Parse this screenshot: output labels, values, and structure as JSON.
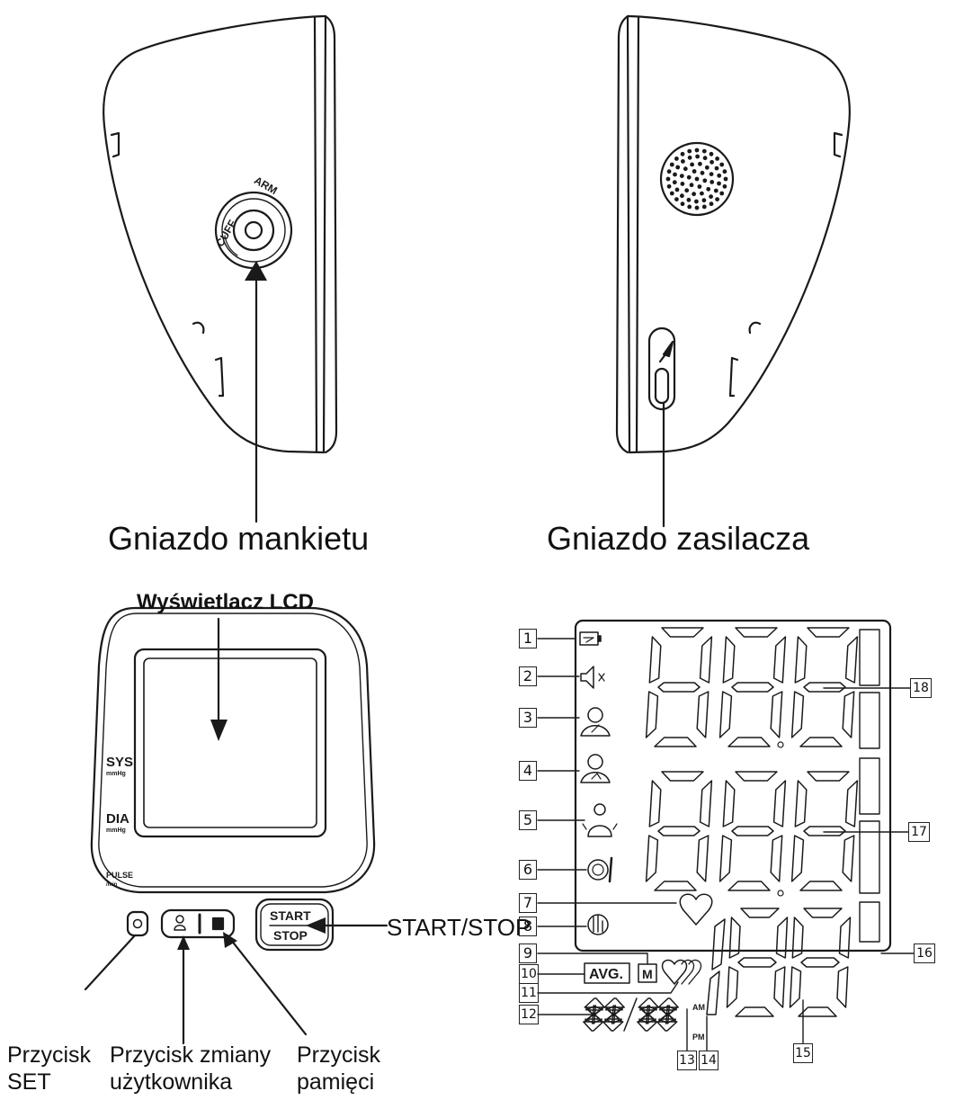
{
  "labels": {
    "cuff_socket": "Gniazdo mankietu",
    "power_socket": "Gniazdo zasilacza",
    "lcd_display": "Wyświetlacz LCD",
    "start_stop": "START/STOP",
    "set_button_line1": "Przycisk",
    "set_button_line2": "SET",
    "user_button_line1": "Przycisk zmiany",
    "user_button_line2": "użytkownika",
    "memory_button_line1": "Przycisk",
    "memory_button_line2": "pamięci"
  },
  "device_front": {
    "sys": "SYS",
    "sys_unit": "mmHg",
    "dia": "DIA",
    "dia_unit": "mmHg",
    "pulse": "PULSE",
    "pulse_unit": "/min",
    "start_button_line1": "START",
    "start_button_line2": "STOP"
  },
  "lcd": {
    "avg": "AVG.",
    "memory": "M",
    "am": "AM",
    "pm": "PM",
    "cuff_text": "CUFF",
    "arm_text": "ARM"
  },
  "callouts": [
    "1",
    "2",
    "3",
    "4",
    "5",
    "6",
    "7",
    "8",
    "9",
    "10",
    "11",
    "12",
    "13",
    "14",
    "15",
    "16",
    "17",
    "18"
  ]
}
